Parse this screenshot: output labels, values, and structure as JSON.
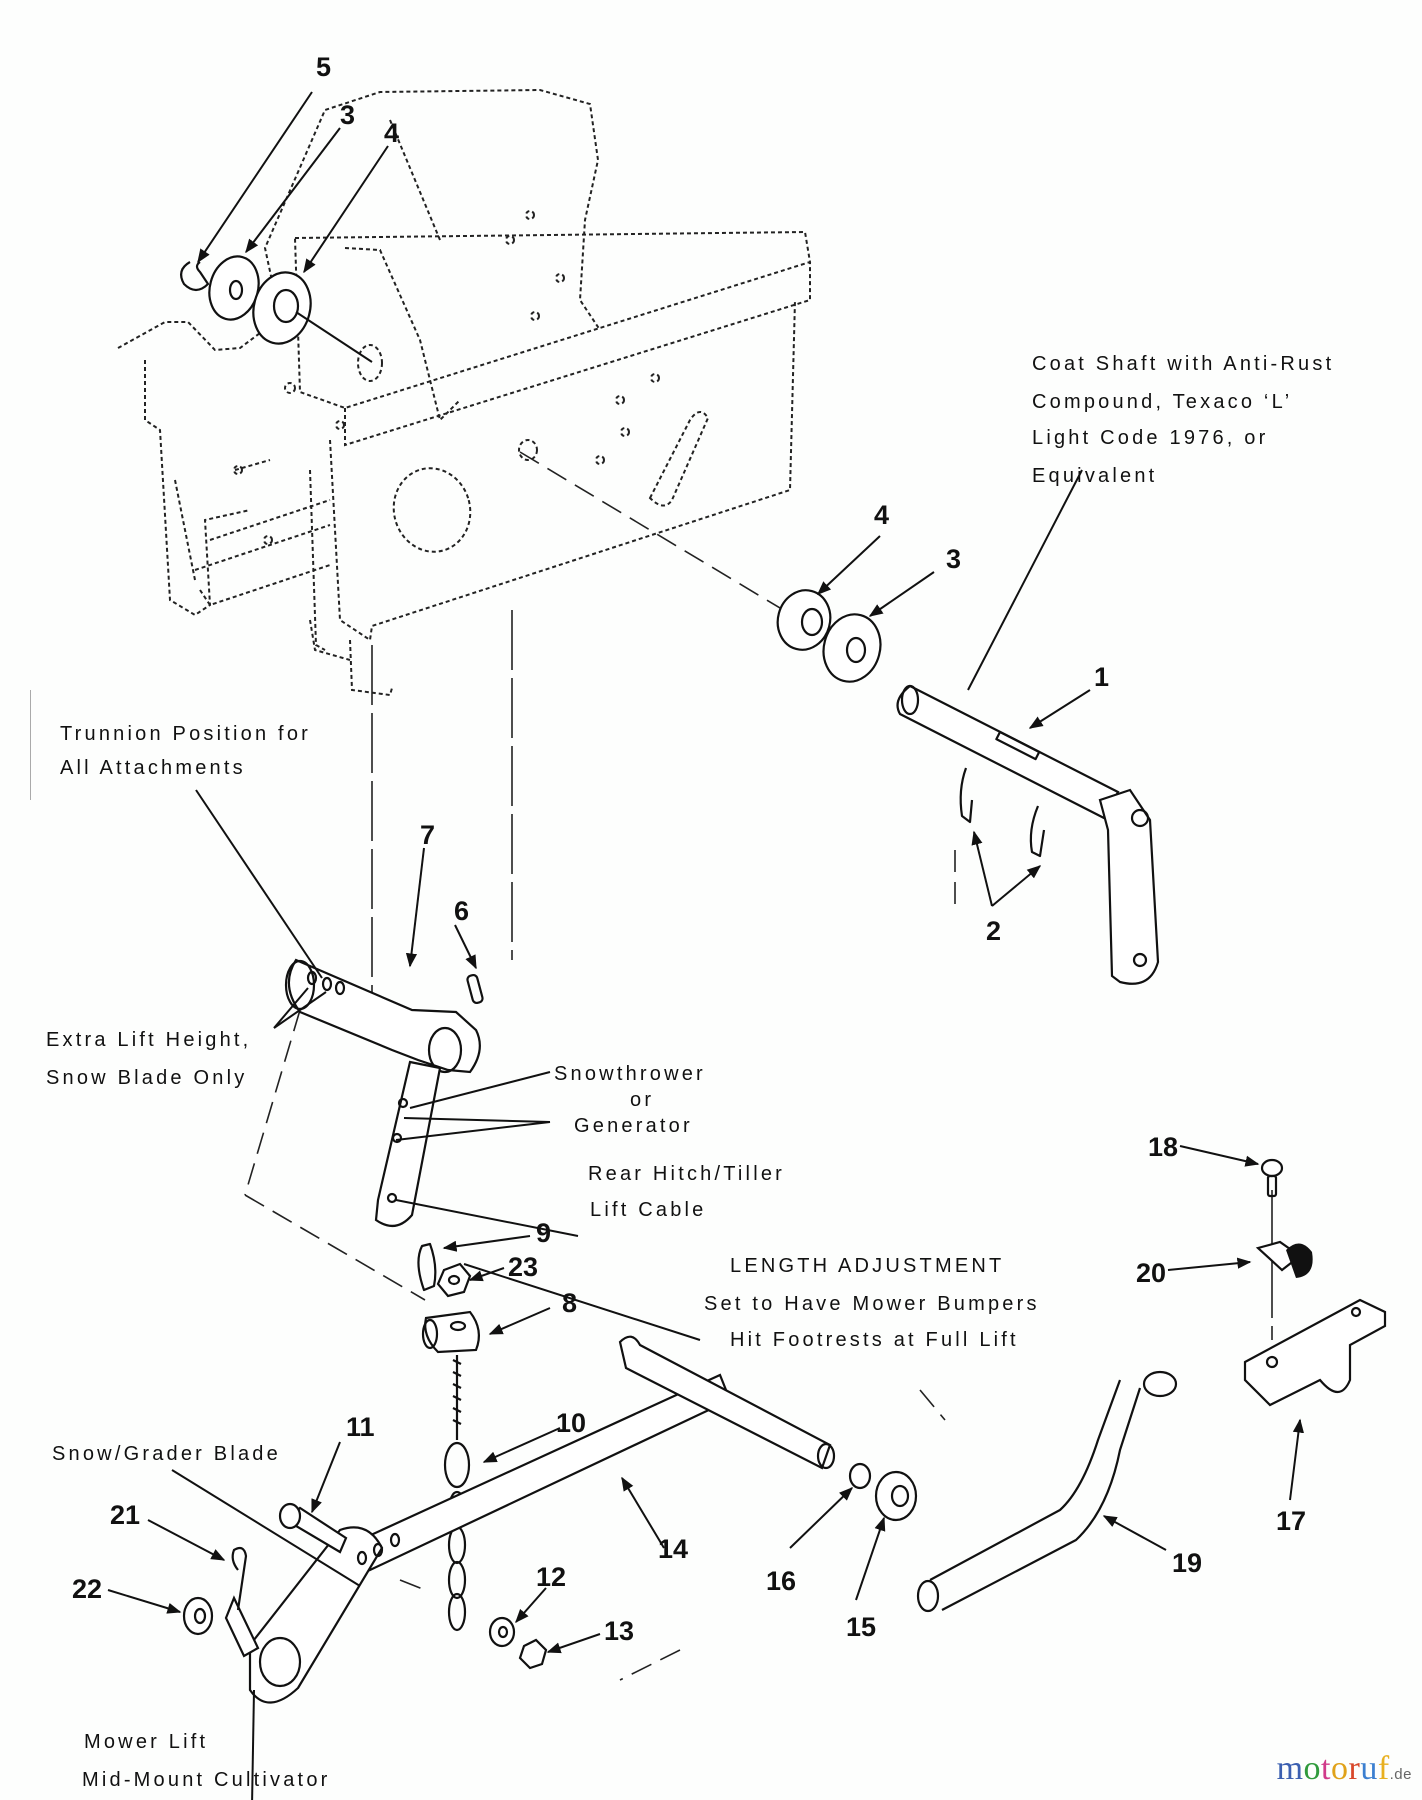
{
  "diagram": {
    "title": "Lift linkage exploded parts diagram",
    "notes": {
      "coat_shaft": [
        "Coat Shaft with Anti-Rust",
        "Compound, Texaco ‘L’",
        "Light Code 1976, or",
        "Equivalent"
      ],
      "trunnion": [
        "Trunnion Position for",
        "All Attachments"
      ],
      "extra_lift": [
        "Extra Lift Height,",
        "Snow Blade Only"
      ],
      "snowthrower": [
        "Snowthrower",
        "or",
        "Generator"
      ],
      "rear_hitch": [
        "Rear Hitch/Tiller",
        "Lift Cable"
      ],
      "length_adjustment": [
        "LENGTH ADJUSTMENT",
        "Set to Have Mower Bumpers",
        "Hit Footrests at Full Lift"
      ],
      "snow_grader": [
        "Snow/Grader Blade"
      ],
      "mower_lift": [
        "Mower Lift",
        "Mid-Mount Cultivator"
      ]
    },
    "callouts": {
      "c5": "5",
      "c3a": "3",
      "c4a": "4",
      "c4b": "4",
      "c3b": "3",
      "c1": "1",
      "c2": "2",
      "c7": "7",
      "c6": "6",
      "c9": "9",
      "c23": "23",
      "c8": "8",
      "c18": "18",
      "c20": "20",
      "c17": "17",
      "c10": "10",
      "c11": "11",
      "c14": "14",
      "c21": "21",
      "c22": "22",
      "c12": "12",
      "c13": "13",
      "c16": "16",
      "c15": "15",
      "c19": "19"
    }
  },
  "watermark": {
    "letters": [
      "m",
      "o",
      "t",
      "o",
      "r",
      "u",
      "f"
    ],
    "colors": [
      "#3b5fb0",
      "#2f9a3c",
      "#d03a8a",
      "#e0a21a",
      "#d8482a",
      "#3b7fd0",
      "#e8b020"
    ],
    "tld": ".de"
  }
}
